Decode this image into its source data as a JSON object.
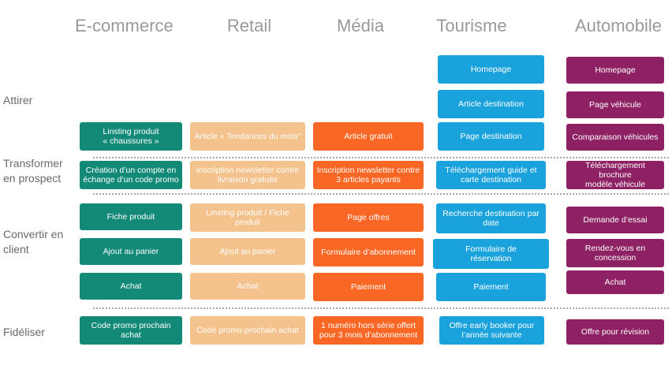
{
  "headers": [
    "E-commerce",
    "Retail",
    "Média",
    "Tourisme",
    "Automobile"
  ],
  "rows": [
    "Attirer",
    "Transformer\nen prospect",
    "Convertir en\nclient",
    "Fidéliser"
  ],
  "ecommerce": [
    "Linsting produit\n« chaussures »",
    "Création d’un compte  en\néchange d’un code promo",
    "Fiche produit",
    "Ajout au panier",
    "Achat",
    "Code promo prochain\nachat"
  ],
  "retail": [
    "Article « Tendances du mois\"",
    "Inscription newsletter contre\nlivraison gratuite",
    "Linsting produit / Fiche\nproduit",
    "Ajout au panier",
    "Achat",
    "Code promo prochain achat"
  ],
  "media": [
    "Article gratuit",
    "Inscription newsletter contre\n3 articles payants",
    "Page offres",
    "Formulaire d’abonnement",
    "Paiement",
    "1 numéro hors série offert\npour 3 mois d’abonnement"
  ],
  "tourisme": [
    "Homepage",
    "Article destination",
    "Page destination",
    "Téléchargement guide et\ncarte destination",
    "Recherche destination par\ndate",
    "Formulaire de\nréservation",
    "Paiement",
    "Offre early booker pour\nl’année suivante"
  ],
  "automobile": [
    "Homepage",
    "Page véhicule",
    "Comparaison véhicules",
    "Téléchargement brochure\nmodèle véhicule",
    "Demande d’essai",
    "Rendez-vous en\nconcession",
    "Achat",
    "Offre pour révision"
  ],
  "colors": {
    "ecommerce": "#138a78",
    "retail": "#f4c28c",
    "media": "#fa6724",
    "tourisme": "#1aa2dc",
    "automobile": "#8d2163"
  }
}
